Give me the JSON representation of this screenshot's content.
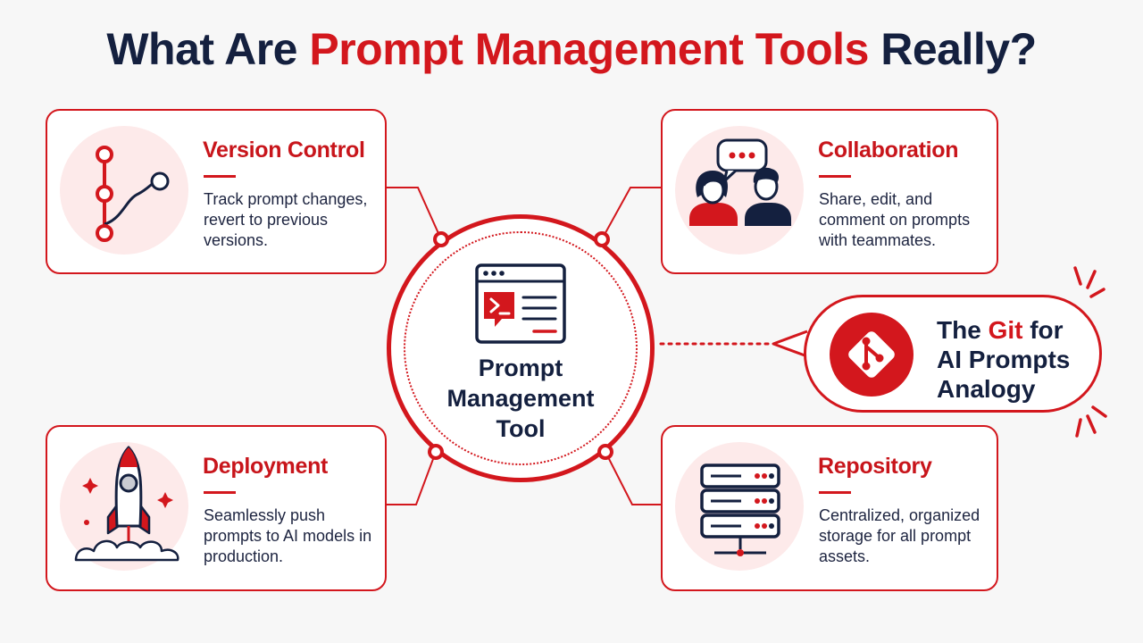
{
  "title": {
    "part1": "What Are ",
    "accent": "Prompt Management Tools",
    "part2": " Really?"
  },
  "hub": {
    "label_line1": "Prompt",
    "label_line2": "Management",
    "label_line3": "Tool",
    "icon": "terminal-window-icon"
  },
  "cards": {
    "version_control": {
      "title": "Version Control",
      "description": "Track prompt changes, revert to previous versions.",
      "icon": "branch-graph-icon"
    },
    "collaboration": {
      "title": "Collaboration",
      "description": "Share, edit, and comment on prompts with teammates.",
      "icon": "people-chat-icon"
    },
    "deployment": {
      "title": "Deployment",
      "description": "Seamlessly push prompts to AI models in production.",
      "icon": "rocket-icon"
    },
    "repository": {
      "title": "Repository",
      "description": "Centralized, organized storage for all prompt assets.",
      "icon": "server-stack-icon"
    }
  },
  "analogy": {
    "line1_prefix": "The ",
    "line1_accent": "Git",
    "line1_suffix": " for",
    "line2": "AI Prompts",
    "line3": "Analogy",
    "icon": "git-logo-icon"
  },
  "colors": {
    "accent": "#d3171d",
    "navy": "#14203f",
    "tint": "#fdeaea",
    "background": "#f7f7f7"
  }
}
